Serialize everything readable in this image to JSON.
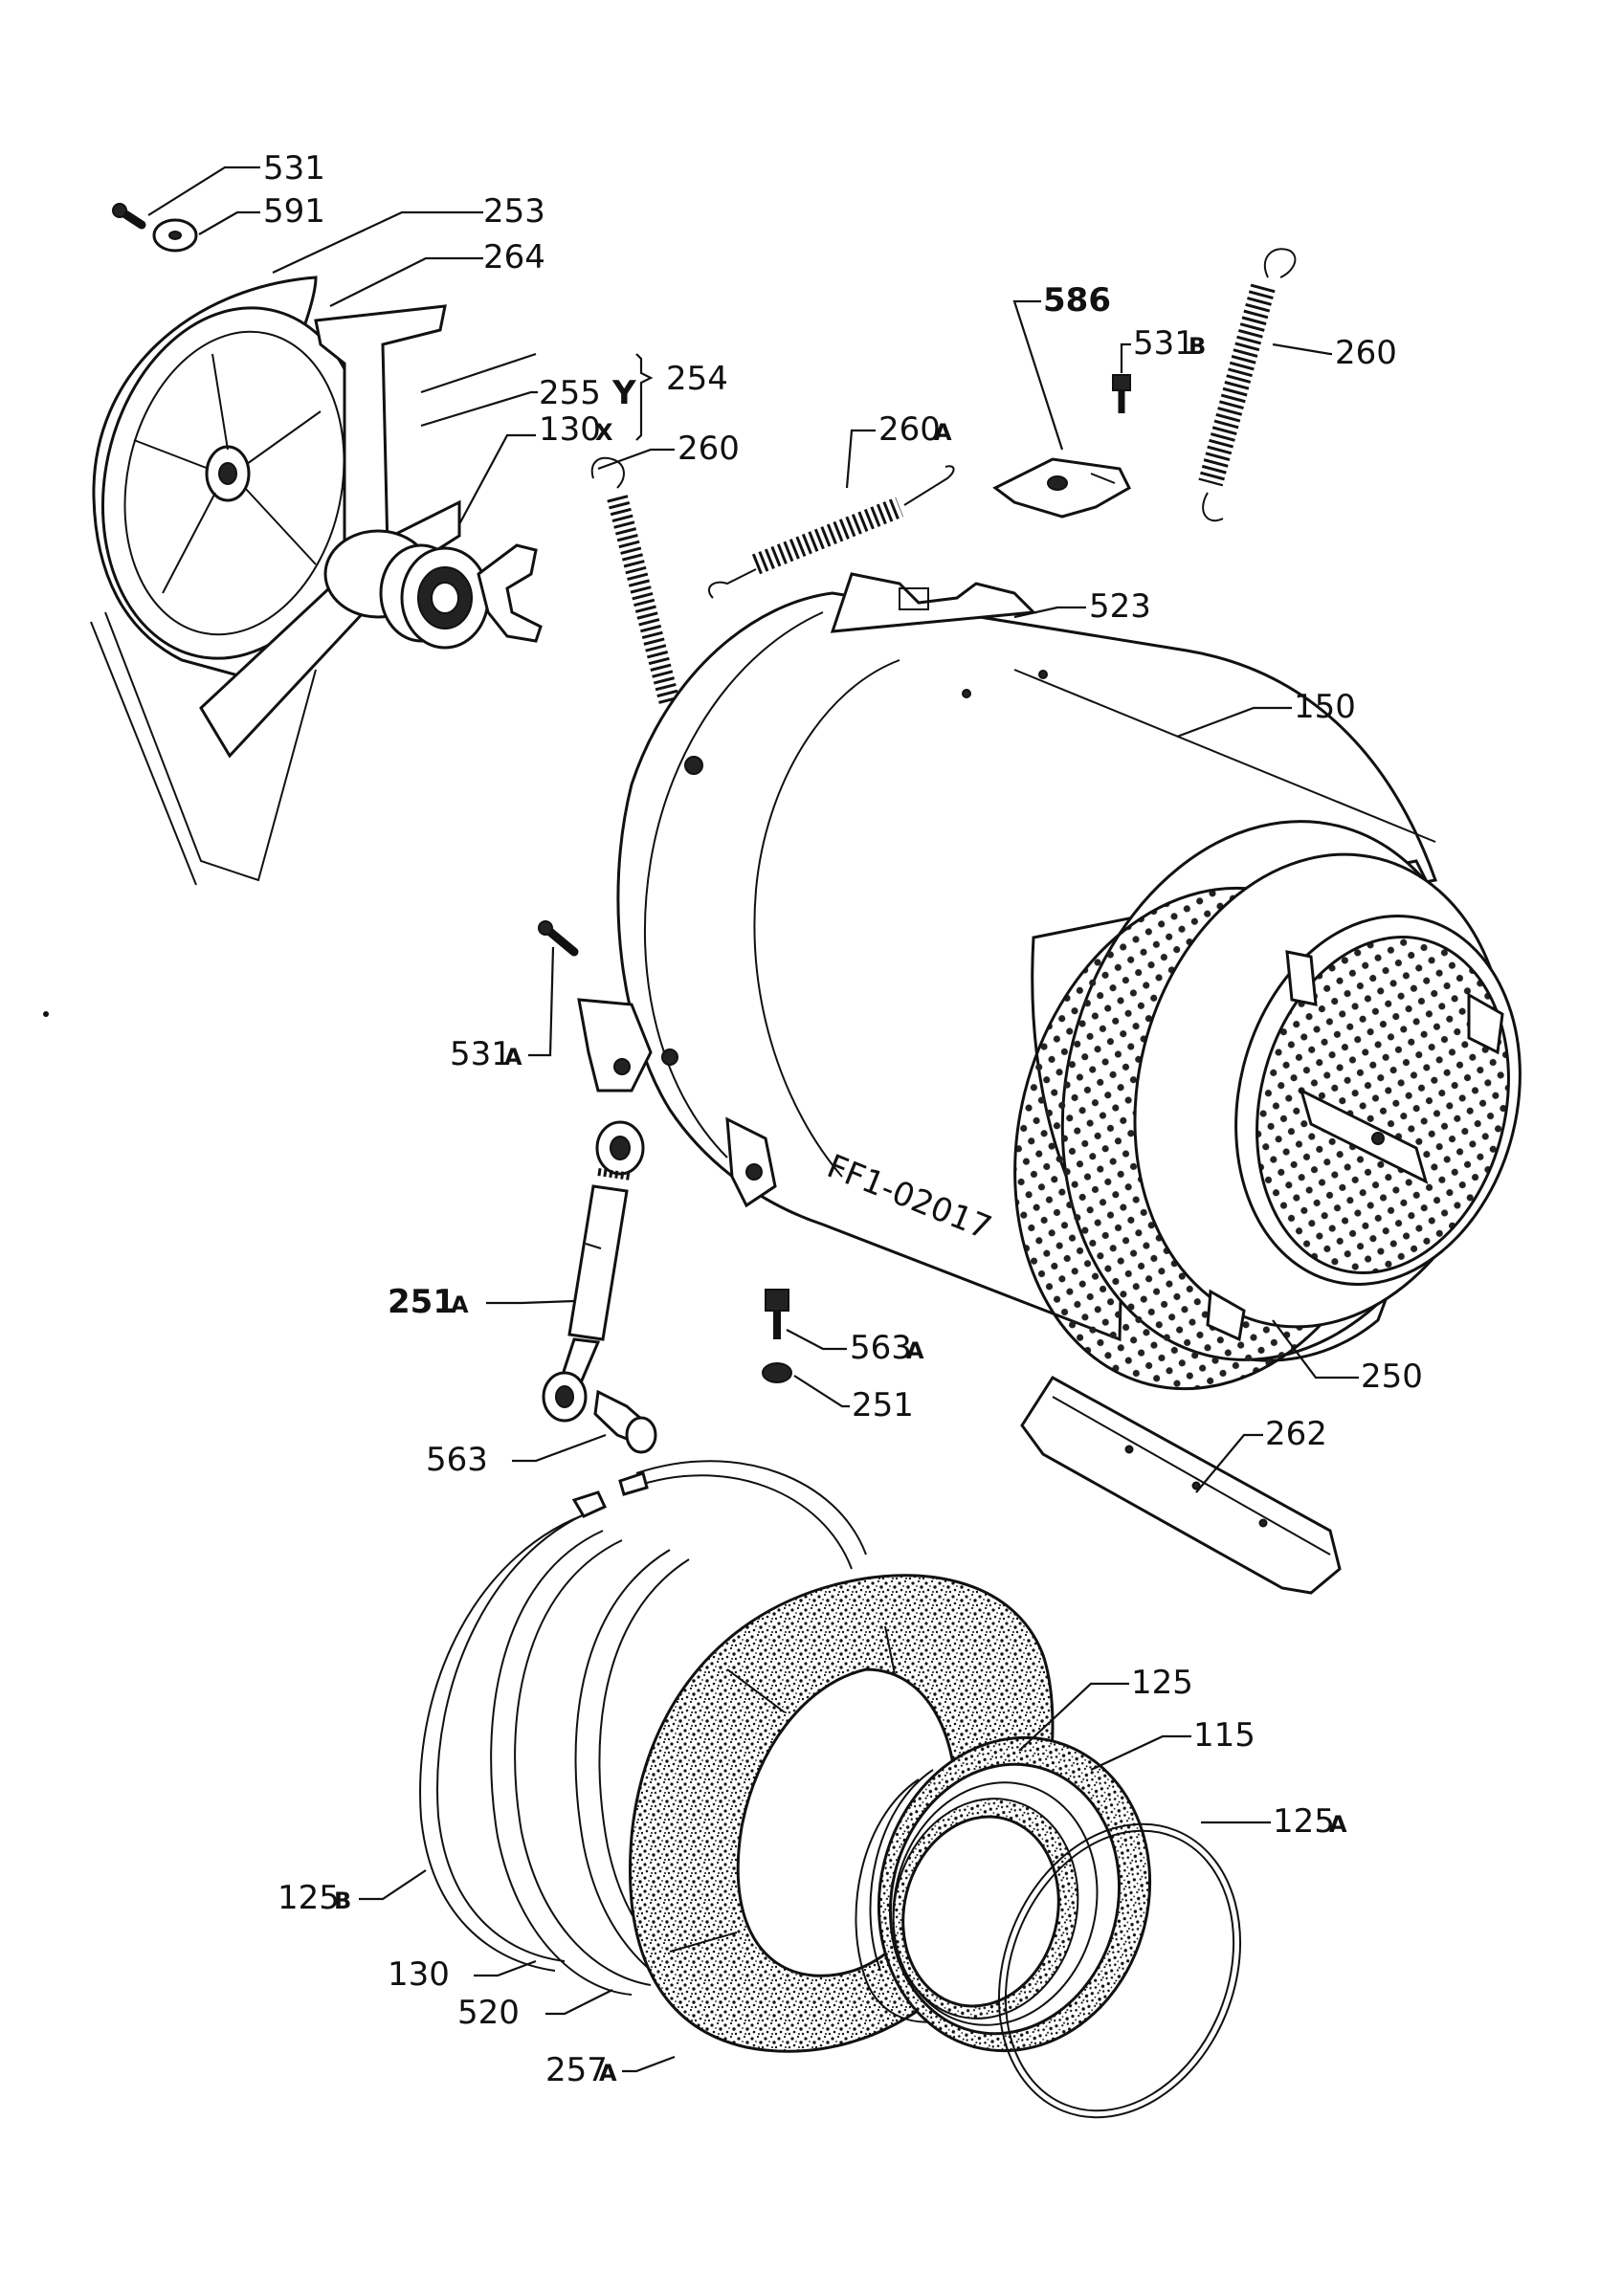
{
  "labels": {
    "l531": "531",
    "l591": "591",
    "l253": "253",
    "l264": "264",
    "l255": "255",
    "l255_suffix": "Y",
    "l254": "254",
    "l130x": "130",
    "l130x_suffix": "X",
    "l260_left": "260",
    "l260a": "260",
    "l260a_suffix": "A",
    "l586": "586",
    "l531b": "531",
    "l531b_suffix": "B",
    "l260_right": "260",
    "l523": "523",
    "l150": "150",
    "l531a": "531",
    "l531a_suffix": "A",
    "l251a": "251",
    "l251a_suffix": "A",
    "l563a": "563",
    "l563a_suffix": "A",
    "l251": "251",
    "l250": "250",
    "l563": "563",
    "l262": "262",
    "l125": "125",
    "l115": "115",
    "l125a": "125",
    "l125a_suffix": "A",
    "l125b": "125",
    "l125b_suffix": "B",
    "l130": "130",
    "l520": "520",
    "l257a": "257",
    "l257a_suffix": "A",
    "drum_stamp": "FF1-02017"
  }
}
